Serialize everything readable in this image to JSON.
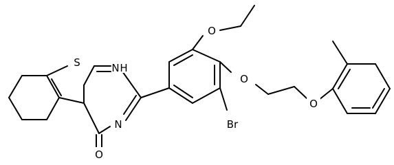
{
  "atoms": {
    "S": "S",
    "NH": "H",
    "NH_N": "N",
    "N": "N",
    "O_carbonyl": "O",
    "O_ethoxy": "O",
    "O_ether1": "O",
    "O_ether2": "O",
    "Br": "Br"
  },
  "colors": {
    "bond": "#000000",
    "label": "#000000",
    "background": "#ffffff"
  }
}
